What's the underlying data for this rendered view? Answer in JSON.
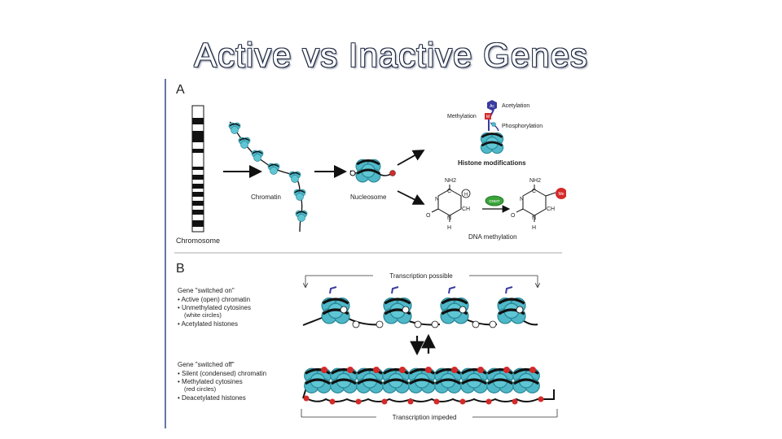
{
  "slide": {
    "title": "Active vs Inactive Genes"
  },
  "panel_a": {
    "letter": "A",
    "chromosome_label": "Chromosome",
    "chromatin_label": "Chromatin",
    "nucleosome_label": "Nucleosome",
    "histone_mods": {
      "acetylation": "Acetylation",
      "ac_badge": "Ac",
      "methylation": "Methylation",
      "me_badge": "M",
      "phosphorylation": "Phosphorylation",
      "caption": "Histone modifications"
    },
    "dna_methylation": {
      "nh2": "NH2",
      "c": "C",
      "n": "N",
      "h": "H",
      "ch": "CH",
      "o": "O",
      "enzyme": "DNMT",
      "me_badge": "Me",
      "caption": "DNA methylation"
    }
  },
  "panel_b": {
    "letter": "B",
    "on": {
      "heading": "Gene \"switched on\"",
      "bullets": [
        "Active (open) chromatin",
        "Unmethylated cytosines",
        "Acetylated histones"
      ],
      "note": "(white circles)"
    },
    "off": {
      "heading": "Gene \"switched off\"",
      "bullets": [
        "Silent (condensed) chromatin",
        "Methylated cytosines",
        "Deacetylated histones"
      ],
      "note": "(red circles)"
    },
    "transcription_possible": "Transcription possible",
    "transcription_impeded": "Transcription impeded"
  },
  "colors": {
    "nucleosome": "#4fb8c8",
    "nucleosome_dark": "#2a8797",
    "methyl_red": "#d42a2a",
    "dnmt_green": "#3aa33a",
    "tail_blue": "#3a3aa0",
    "line_blue": "#2f4a8c"
  }
}
